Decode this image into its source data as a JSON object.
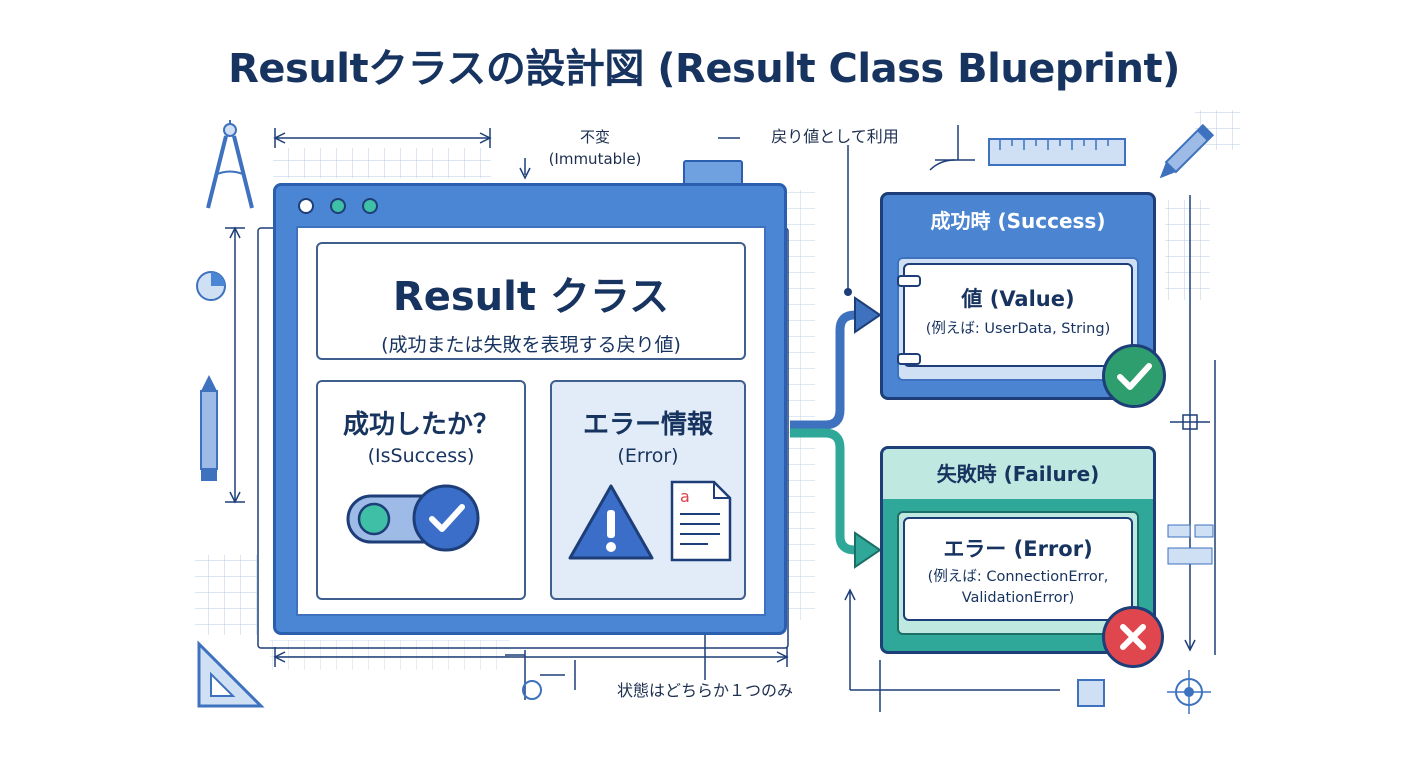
{
  "title": "Resultクラスの設計図 (Result Class Blueprint)",
  "notes": {
    "immutable_line1": "不変",
    "immutable_line2": "(Immutable)",
    "return_value": "戻り値として利用",
    "one_state": "状態はどちらか１つのみ"
  },
  "result_class": {
    "name": "Result クラス",
    "description": "(成功または失敗を表現する戻り値)"
  },
  "is_success": {
    "label": "成功したか？",
    "field": "(IsSuccess)"
  },
  "error_info": {
    "label": "エラー情報",
    "field": "(Error)"
  },
  "success_panel": {
    "header": "成功時 (Success)",
    "value_label": "値 (Value)",
    "example": "(例えば: UserData, String)"
  },
  "failure_panel": {
    "header": "失敗時 (Failure)",
    "error_label": "エラー (Error)",
    "example_line1": "(例えば: ConnectionError,",
    "example_line2": "ValidationError)"
  },
  "colors": {
    "main_blue": "#4a86d4",
    "success_blue": "#4b85d1",
    "failure_teal": "#2fa89a",
    "check_green": "#2e9e6e",
    "error_red": "#e0464d"
  },
  "icons": [
    "compass-icon",
    "pie-icon",
    "pencil-icon",
    "ruler-icon",
    "set-square-icon",
    "target-icon",
    "warning-icon",
    "document-icon",
    "toggle-icon",
    "check-icon",
    "cross-icon"
  ]
}
